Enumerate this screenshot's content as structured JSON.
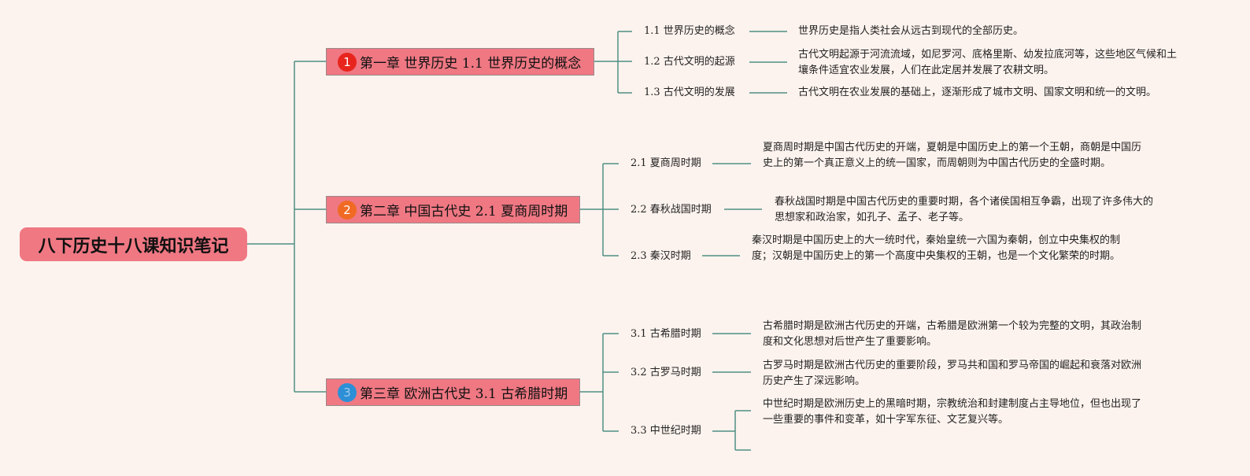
{
  "title": "八下历史十八课知识笔记",
  "colors": {
    "background": "#fdf3ee",
    "node_fill": "#ef7883",
    "connector": "#4f8f83",
    "badge_1": "#e8251d",
    "badge_2": "#f06a23",
    "badge_3": "#2d8fd5"
  },
  "chapters": [
    {
      "badge": "1",
      "title": "第一章 世界历史 1.1 世界历史的概念",
      "sections": [
        {
          "label": "1.1 世界历史的概念",
          "desc": "世界历史是指人类社会从远古到现代的全部历史。"
        },
        {
          "label": "1.2 古代文明的起源",
          "desc": "古代文明起源于河流流域，如尼罗河、底格里斯、幼发拉底河等，这些地区气候和土壤条件适宜农业发展，人们在此定居并发展了农耕文明。"
        },
        {
          "label": "1.3 古代文明的发展",
          "desc": "古代文明在农业发展的基础上，逐渐形成了城市文明、国家文明和统一的文明。"
        }
      ]
    },
    {
      "badge": "2",
      "title": "第二章 中国古代史 2.1 夏商周时期",
      "sections": [
        {
          "label": "2.1 夏商周时期",
          "desc": "夏商周时期是中国古代历史的开端，夏朝是中国历史上的第一个王朝，商朝是中国历史上的第一个真正意义上的统一国家，而周朝则为中国古代历史的全盛时期。"
        },
        {
          "label": "2.2 春秋战国时期",
          "desc": "春秋战国时期是中国古代历史的重要时期，各个诸侯国相互争霸，出现了许多伟大的思想家和政治家，如孔子、孟子、老子等。"
        },
        {
          "label": "2.3 秦汉时期",
          "desc": "秦汉时期是中国历史上的大一统时代，秦始皇统一六国为秦朝，创立中央集权的制度；汉朝是中国历史上的第一个高度中央集权的王朝，也是一个文化繁荣的时期。"
        }
      ]
    },
    {
      "badge": "3",
      "title": "第三章 欧洲古代史 3.1 古希腊时期",
      "sections": [
        {
          "label": "3.1 古希腊时期",
          "desc": "古希腊时期是欧洲古代历史的开端，古希腊是欧洲第一个较为完整的文明，其政治制度和文化思想对后世产生了重要影响。"
        },
        {
          "label": "3.2 古罗马时期",
          "desc": "古罗马时期是欧洲古代历史的重要阶段，罗马共和国和罗马帝国的崛起和衰落对欧洲历史产生了深远影响。"
        },
        {
          "label": "3.3 中世纪时期",
          "desc": "中世纪时期是欧洲历史上的黑暗时期，宗教统治和封建制度占主导地位，但也出现了一些重要的事件和变革，如十字军东征、文艺复兴等。"
        }
      ]
    }
  ]
}
